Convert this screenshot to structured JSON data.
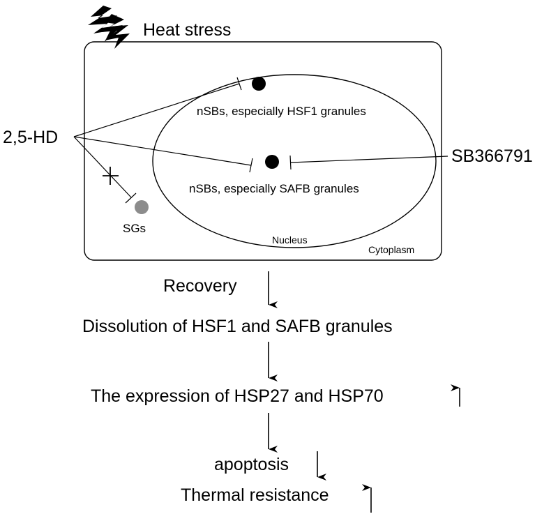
{
  "header": {
    "stimulus_label": "Heat stress",
    "stimulus_icon": "lightning-bolt-icon"
  },
  "cell": {
    "cytoplasm_label": "Cytoplasm",
    "nucleus_label": "Nucleus",
    "hsf1_granule_label": "nSBs, especially HSF1 granules",
    "safb_granule_label": "nSBs, especially SAFB granules",
    "stress_granule_label": "SGs",
    "stress_granule_color": "#8c8c8c",
    "nuclear_body_color": "#000000"
  },
  "inhibitors": {
    "left_compound": "2,5-HD",
    "right_compound": "SB366791"
  },
  "cascade": {
    "step1": "Recovery",
    "step2": "Dissolution of HSF1 and SAFB granules",
    "step3": "The expression of HSP27 and HSP70",
    "step4": "apoptosis",
    "step5": "Thermal resistance"
  }
}
